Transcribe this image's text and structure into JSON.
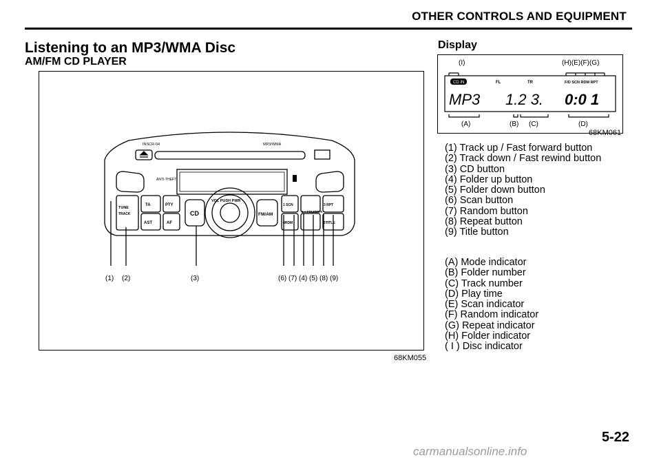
{
  "header": {
    "section": "OTHER CONTROLS AND EQUIPMENT"
  },
  "heading": {
    "title": "Listening to an MP3/WMA Disc",
    "subtitle": "AM/FM CD PLAYER"
  },
  "display_heading": "Display",
  "figure_player": {
    "caption": "68KM055",
    "panel_labels": {
      "model": "INSCR-04",
      "format": "MP3/WMA",
      "anti_theft": "ANTI-THEFT",
      "vol": "VOL PUSH PWR",
      "cd": "CD",
      "fmam": "FM/AM",
      "tune": "TUNE",
      "track": "TRACK",
      "ta": "TA",
      "pty": "PTY",
      "ast": "AST",
      "af": "AF",
      "scn": "1 SCN",
      "rpt": "3 RPT",
      "folder": "2 + FOLDER 5 -",
      "rdm": "4RDM",
      "title_btn": "6TITLE"
    },
    "callouts": [
      "(1)",
      "(2)",
      "(3)",
      "(6)",
      "(7)",
      "(4)",
      "(5)",
      "(8)",
      "(9)"
    ]
  },
  "figure_display": {
    "caption": "68KM061",
    "top_labels": [
      "(I)",
      "(H)(E)(F)(G)"
    ],
    "indicators": {
      "disc": "CD IN",
      "fl": "FL",
      "tr": "TR",
      "flags": "F/D SCN RDM RPT"
    },
    "lcd": {
      "mode": "MP3",
      "track": "1.2 3.",
      "time": "0:0 1"
    },
    "bottom_labels": [
      "(A)",
      "(B)",
      "(C)",
      "(D)"
    ]
  },
  "buttons_list": [
    "(1) Track up / Fast forward button",
    "(2) Track down / Fast rewind button",
    "(3) CD button",
    "(4) Folder up button",
    "(5) Folder down button",
    "(6) Scan button",
    "(7) Random button",
    "(8) Repeat button",
    "(9) Title button"
  ],
  "indicators_list": [
    "(A) Mode indicator",
    "(B) Folder number",
    "(C) Track number",
    "(D) Play time",
    "(E) Scan indicator",
    "(F) Random indicator",
    "(G) Repeat indicator",
    "(H) Folder indicator",
    "( I ) Disc indicator"
  ],
  "page_number": "5-22",
  "watermark": "carmanualsonline.info"
}
